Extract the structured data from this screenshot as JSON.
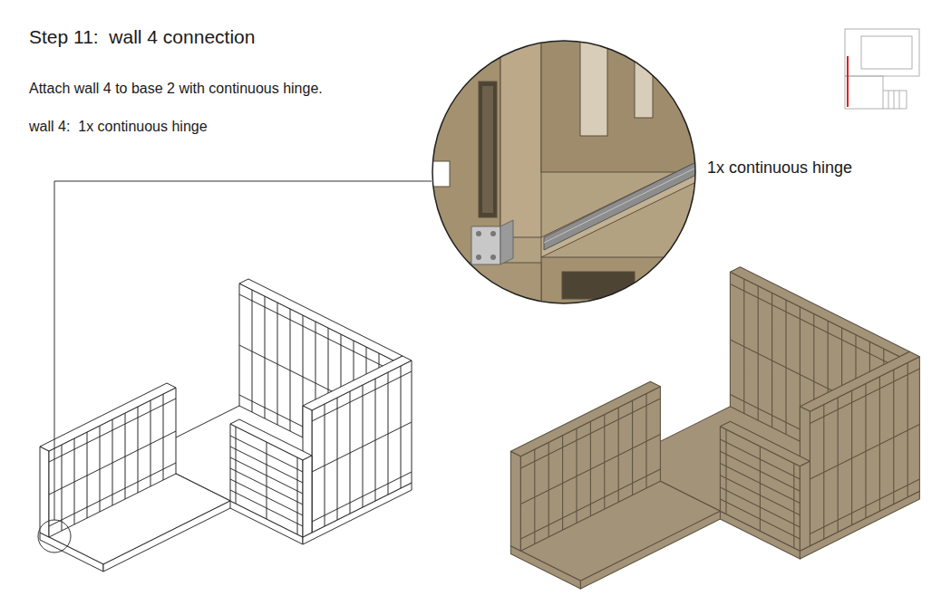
{
  "diagram": {
    "title": "Step 11:  wall 4 connection",
    "labels": [
      "Attach wall 4 to base 2 with continuous hinge.",
      "wall 4:  1x continuous hinge",
      "1x continuous hinge"
    ]
  }
}
